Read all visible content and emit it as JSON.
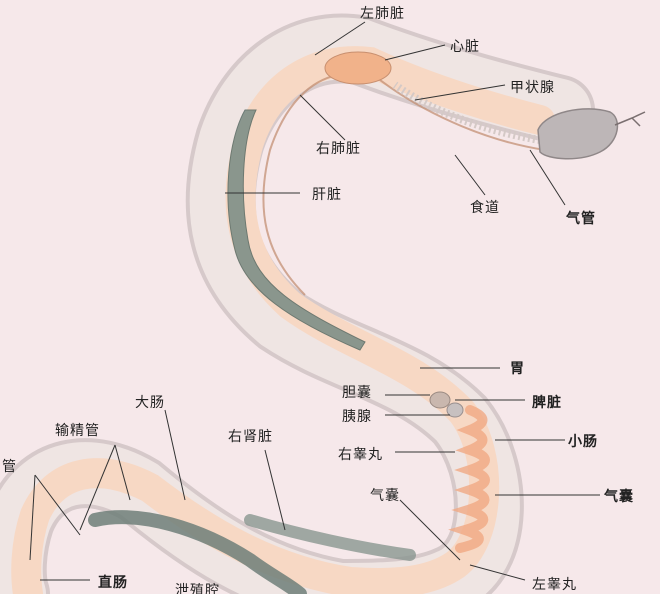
{
  "labels": {
    "left_lung": "左肺脏",
    "heart": "心脏",
    "thyroid": "甲状腺",
    "right_lung": "右肺脏",
    "esophagus": "食道",
    "trachea": "气管",
    "liver": "肝脏",
    "stomach": "胃",
    "gallbladder": "胆囊",
    "spleen": "脾脏",
    "pancreas": "胰腺",
    "small_intestine": "小肠",
    "right_testis": "右睾丸",
    "air_sac_right": "气囊",
    "air_sac_mid": "气囊",
    "large_intestine": "大肠",
    "right_kidney": "右肾脏",
    "vas_deferens": "输精管",
    "ureter_partial": "管",
    "rectum": "直肠",
    "left_testis": "左睾丸",
    "gland_partial": "泄殖腔"
  },
  "colors": {
    "background": "#f6e8ea",
    "body_outline": "#9a8f90",
    "body_fill": "#eee3e2",
    "inner_fill": "#f8d9c6",
    "organ_orange": "#f2b08a",
    "liver": "#7f8f88",
    "lung": "#f0b48e"
  }
}
